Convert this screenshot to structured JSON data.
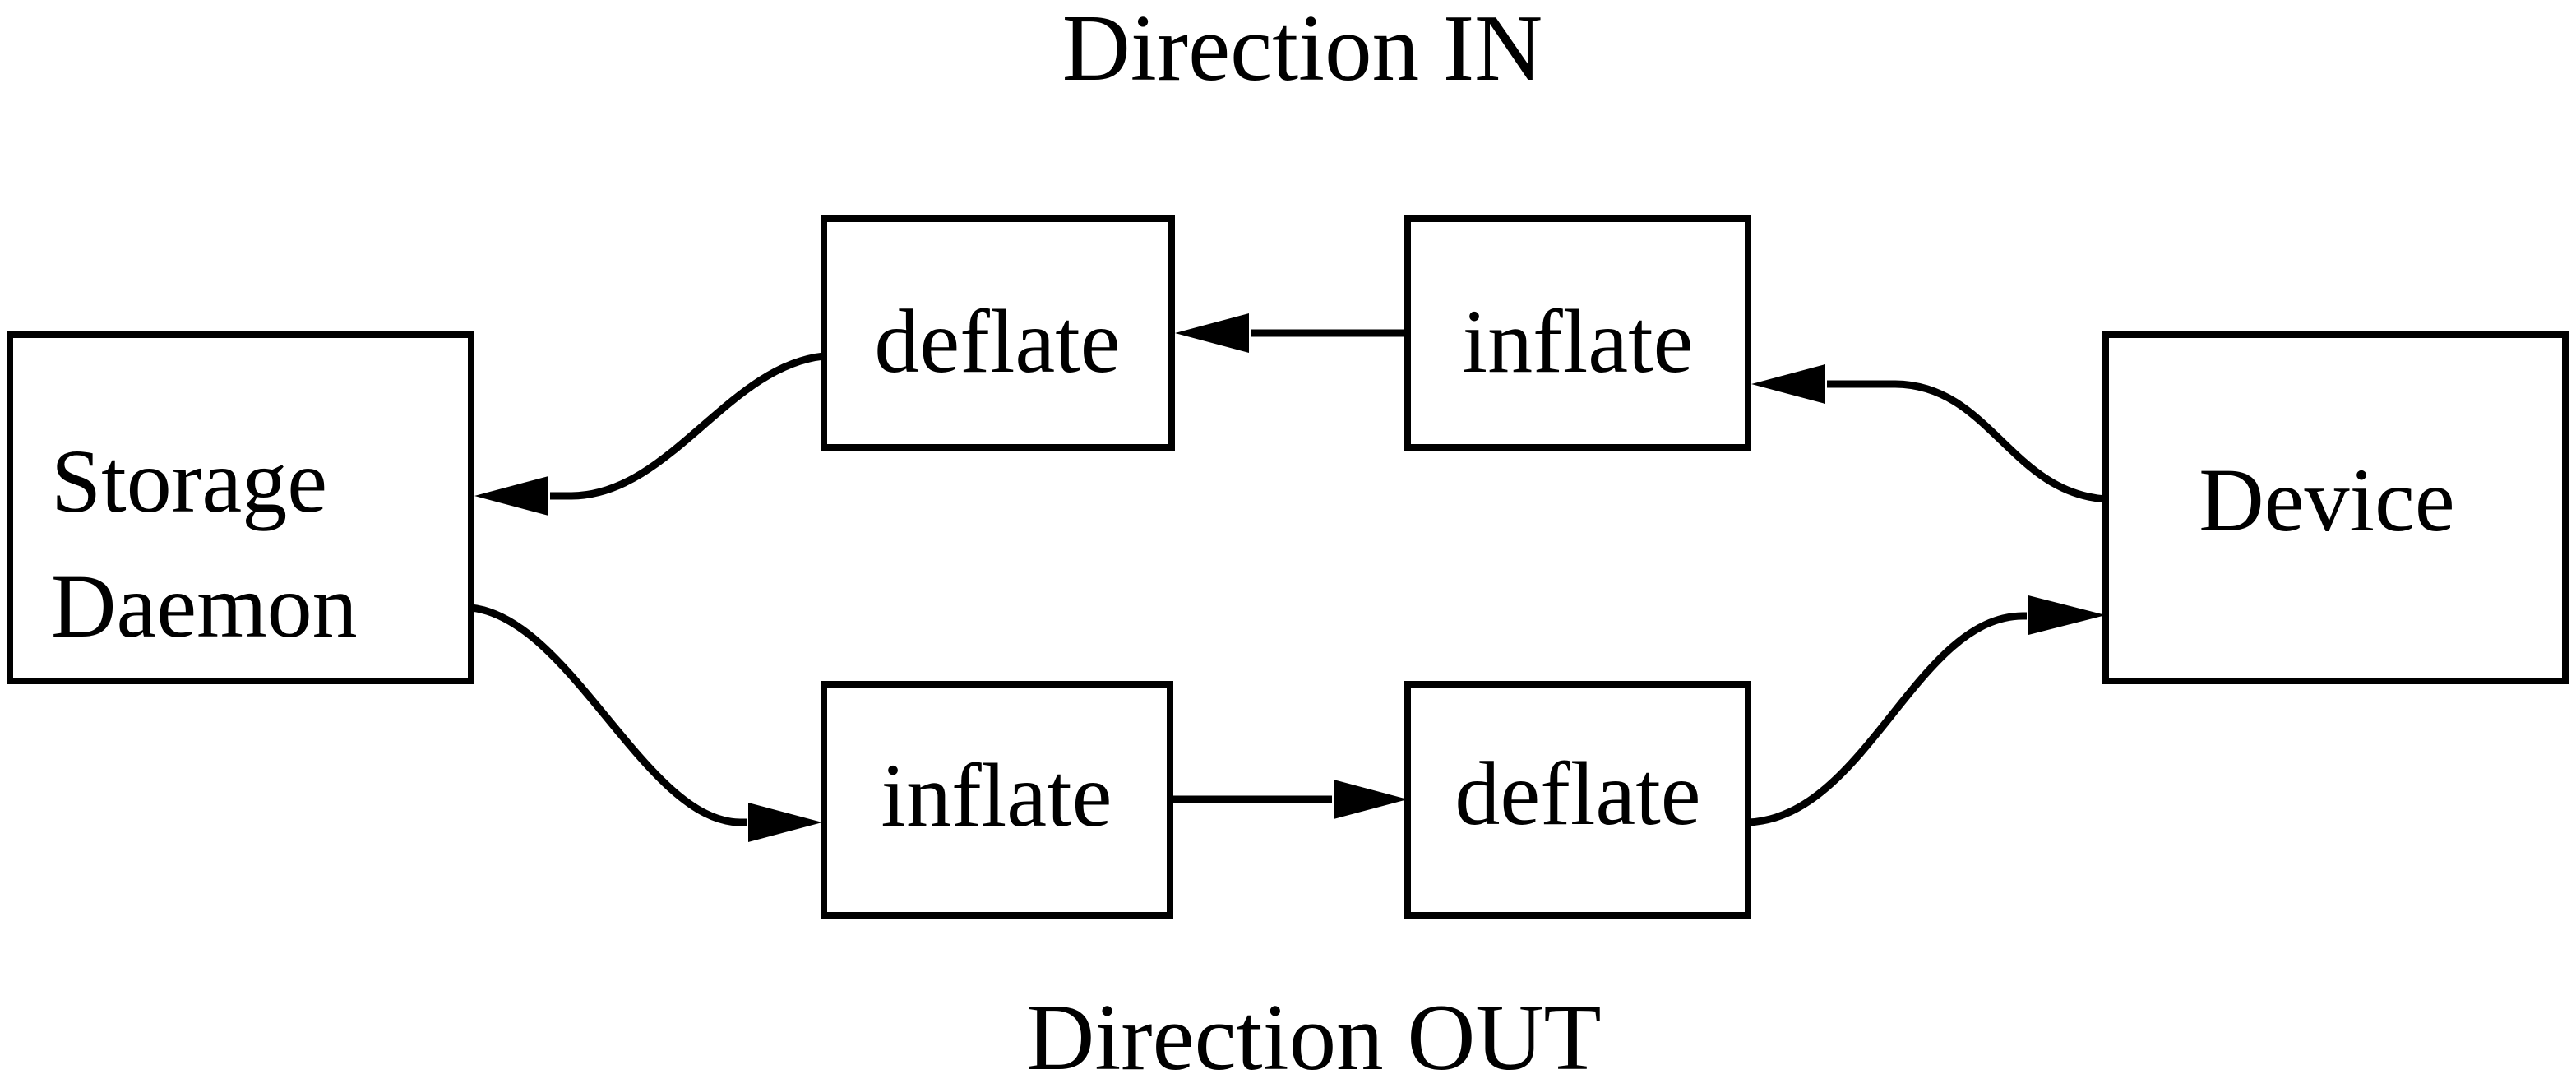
{
  "diagram": {
    "title_in": "Direction IN",
    "title_out": "Direction OUT",
    "nodes": {
      "storage_daemon": {
        "line1": "Storage",
        "line2": "Daemon"
      },
      "device": {
        "label": "Device"
      },
      "deflate_in": {
        "label": "deflate"
      },
      "inflate_in": {
        "label": "inflate"
      },
      "inflate_out": {
        "label": "inflate"
      },
      "deflate_out": {
        "label": "deflate"
      }
    },
    "edges": [
      {
        "from": "device",
        "to": "inflate_in",
        "direction": "IN"
      },
      {
        "from": "inflate_in",
        "to": "deflate_in",
        "direction": "IN"
      },
      {
        "from": "deflate_in",
        "to": "storage_daemon",
        "direction": "IN"
      },
      {
        "from": "storage_daemon",
        "to": "inflate_out",
        "direction": "OUT"
      },
      {
        "from": "inflate_out",
        "to": "deflate_out",
        "direction": "OUT"
      },
      {
        "from": "deflate_out",
        "to": "device",
        "direction": "OUT"
      }
    ],
    "colors": {
      "stroke": "#000000",
      "background": "#ffffff"
    }
  }
}
